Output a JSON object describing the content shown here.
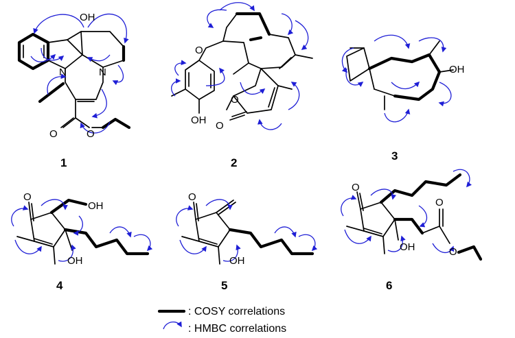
{
  "compounds": [
    {
      "id": "1",
      "atoms": [
        "OH",
        "N",
        "N",
        "O",
        "O"
      ]
    },
    {
      "id": "2",
      "atoms": [
        "O",
        "O",
        "O",
        "OH"
      ]
    },
    {
      "id": "3",
      "atoms": [
        "OH"
      ]
    },
    {
      "id": "4",
      "atoms": [
        "O",
        "OH",
        "OH"
      ]
    },
    {
      "id": "5",
      "atoms": [
        "O",
        "OH"
      ]
    },
    {
      "id": "6",
      "atoms": [
        "O",
        "OH",
        "O",
        "O"
      ]
    }
  ],
  "legend": {
    "cosy_label": ": COSY correlations",
    "hmbc_label": ": HMBC correlations"
  },
  "colors": {
    "bond": "#000000",
    "hmbc": "#1f1fd6"
  }
}
